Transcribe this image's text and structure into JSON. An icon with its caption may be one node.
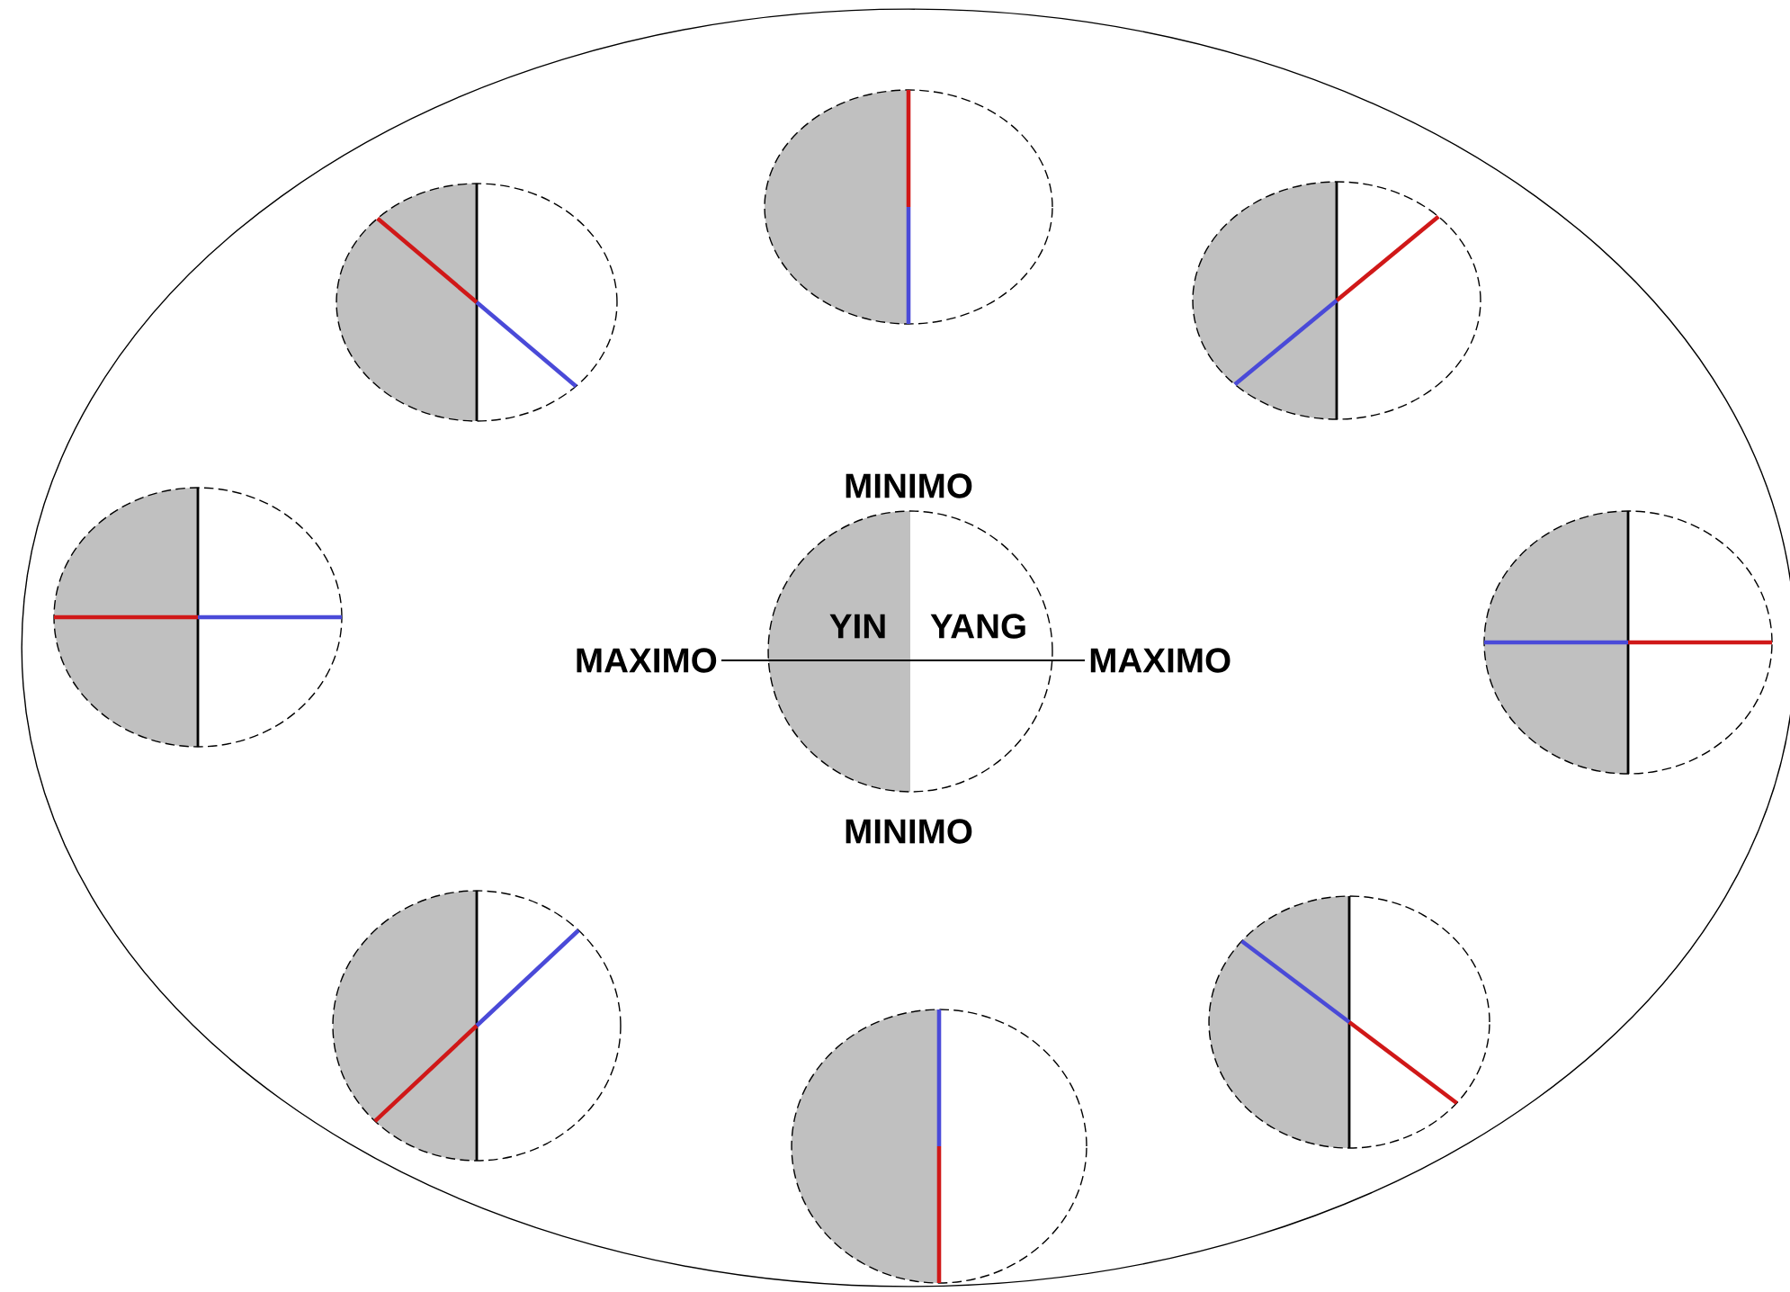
{
  "diagram": {
    "nodes": [
      {
        "text": [],
        "shape": "ellipse"
      },
      {
        "text": [],
        "shape": "circle",
        "in": 0
      },
      {
        "text": [],
        "shape": "circle",
        "in": 0
      },
      {
        "text": [],
        "shape": "circle",
        "in": 0
      },
      {
        "text": [],
        "shape": "circle",
        "in": 0
      },
      {
        "text": [
          "YIN",
          "YANG"
        ],
        "in": 0
      },
      {
        "text": [],
        "shape": "circle",
        "in": 0
      },
      {
        "text": [],
        "shape": "circle",
        "in": 0
      },
      {
        "text": [],
        "shape": "circle",
        "in": 0
      },
      {
        "text": [],
        "shape": "circle",
        "in": 0
      }
    ],
    "labels": [
      "MINIMO",
      "MAXIMO",
      "MAXIMO",
      "MINIMO"
    ]
  }
}
